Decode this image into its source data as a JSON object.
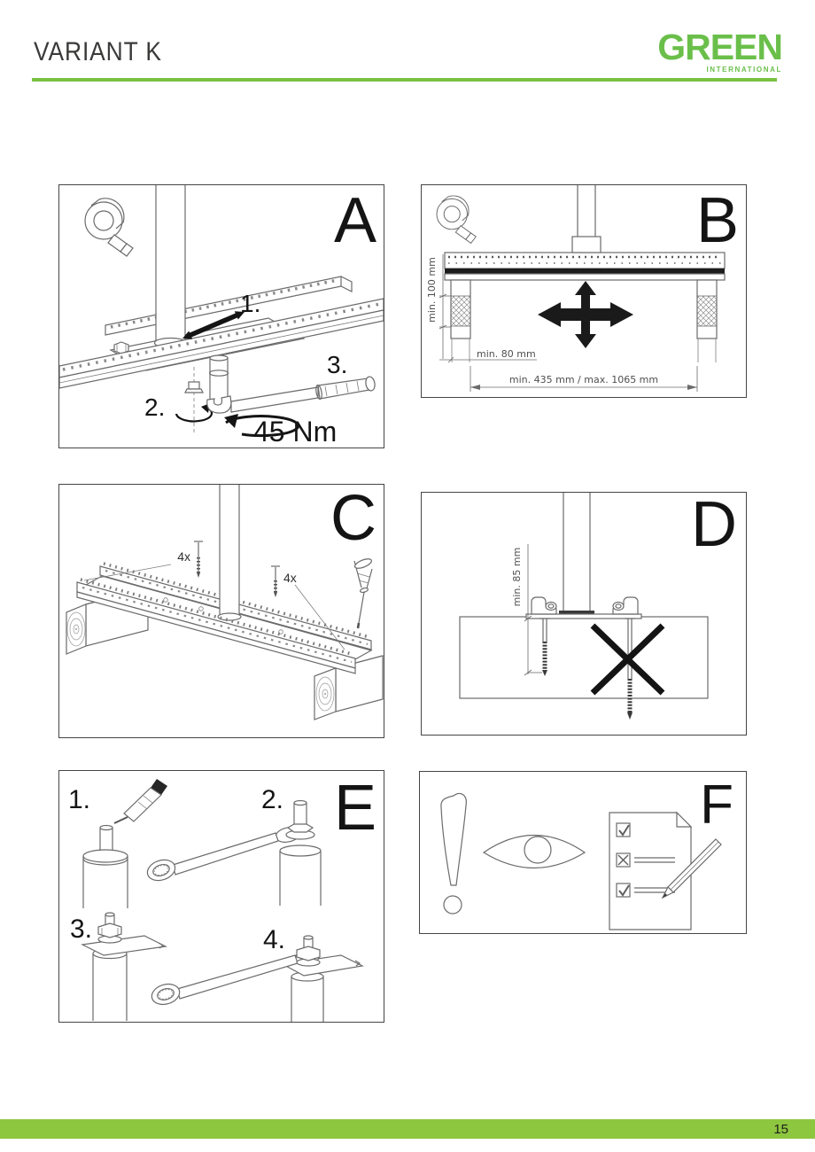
{
  "header": {
    "title": "VARIANT K",
    "logo": {
      "name": "GREEN",
      "subtitle": "INTERNATIONAL"
    }
  },
  "footer": {
    "page_number": "15"
  },
  "colors": {
    "brand_green": "#6ABF4A",
    "rule_green": "#79C143",
    "footer_green": "#8DC63F",
    "ink": "#141414",
    "drawing_gray": "#6B6B6B"
  },
  "icons": {
    "panel_a": [
      "tape-measure-icon",
      "double-arrow-icon",
      "rotation-arrow-icon"
    ],
    "panel_b": [
      "tape-measure-icon",
      "four-way-arrow-icon"
    ],
    "panel_c": [
      "screwdriver-icon"
    ],
    "panel_d": [
      "cross-out-icon"
    ],
    "panel_e": [
      "grease-applicator-icon",
      "wrench-icon"
    ],
    "panel_f": [
      "exclamation-icon",
      "eye-icon",
      "checklist-icon",
      "pencil-icon"
    ]
  },
  "panels": {
    "a": {
      "letter": "A",
      "labels": {
        "step1": "1.",
        "step2": "2.",
        "step3": "3."
      },
      "torque": "45 Nm"
    },
    "b": {
      "letter": "B",
      "dims": {
        "height": "min. 100 mm",
        "edge": "min. 80 mm",
        "span": "min. 435 mm / max. 1065 mm"
      }
    },
    "c": {
      "letter": "C",
      "labels": {
        "qty_left": "4x",
        "qty_right": "4x"
      }
    },
    "d": {
      "letter": "D",
      "dims": {
        "depth": "min. 85 mm"
      }
    },
    "e": {
      "letter": "E",
      "labels": {
        "step1": "1.",
        "step2": "2.",
        "step3": "3.",
        "step4": "4."
      }
    },
    "f": {
      "letter": "F"
    }
  }
}
